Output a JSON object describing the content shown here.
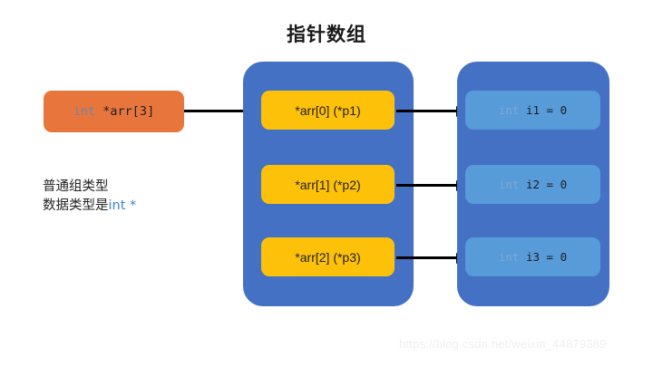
{
  "title": "指针数组",
  "declaration": {
    "keyword": "int ",
    "rest": "*arr[3]"
  },
  "annotation": {
    "line1": "普通组类型",
    "line2_prefix": "数据类型是",
    "line2_type": "int *"
  },
  "pointer_array": {
    "cells": [
      {
        "label": "*arr[0] (*p1)"
      },
      {
        "label": "*arr[1] (*p2)"
      },
      {
        "label": "*arr[2] (*p3)"
      }
    ]
  },
  "values": {
    "cells": [
      {
        "keyword": "int ",
        "rest": "i1 = 0"
      },
      {
        "keyword": "int ",
        "rest": "i2 = 0"
      },
      {
        "keyword": "int ",
        "rest": "i3 = 0"
      }
    ]
  },
  "watermark": "https://blog.csdn.net/weixin_44879389",
  "colors": {
    "container_blue": "#4471c4",
    "cell_yellow": "#fdc10a",
    "cell_lightblue": "#589bd9",
    "declaration_orange": "#e8763c",
    "keyword_blue": "#6d86a8",
    "pointer_type_blue": "#3d85c8",
    "arrow_black": "#000000"
  }
}
